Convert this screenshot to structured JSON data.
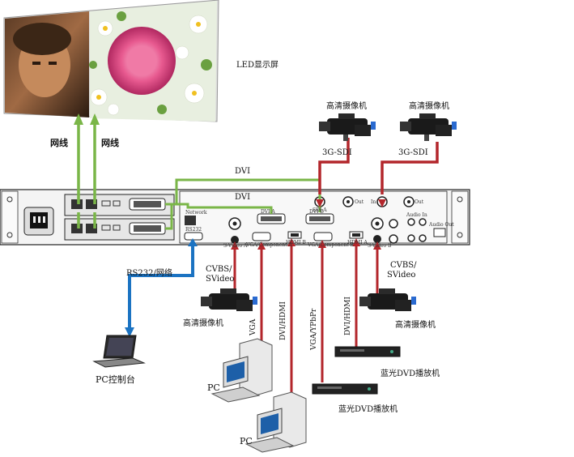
{
  "labels": {
    "led_screen": "LED显示屏",
    "network_cable_left": "网线",
    "network_cable_right": "网线",
    "dvi_top": "DVI",
    "dvi_middle": "DVI",
    "sdi_left": "3G-SDI",
    "sdi_right": "3G-SDI",
    "hd_camera_top_left": "高清摄像机",
    "hd_camera_top_right": "高清摄像机",
    "hd_camera_bottom_left": "高清摄像机",
    "hd_camera_bottom_right": "高清摄像机",
    "rs232": "RS232/网络",
    "pc_console": "PC控制台",
    "cvbs_left_1": "CVBS/",
    "cvbs_left_2": "SVideo",
    "cvbs_right_1": "CVBS/",
    "cvbs_right_2": "SVideo",
    "vga": "VGA",
    "dvi_hdmi_left": "DVI/HDMI",
    "vga_ypbpr": "VGA/YPbPr",
    "dvi_hdmi_right": "DVI/HDMI",
    "pc_1": "PC",
    "pc_2": "PC",
    "bluray_right": "蓝光DVD播放机",
    "bluray_bottom": "蓝光DVD播放机"
  },
  "panel_text": {
    "network": "Network",
    "rs232": "RS232",
    "sdi_in_a": "SDI A",
    "sdi_out": "Out",
    "in": "In",
    "out": "Out",
    "svideo_a": "S-Video A",
    "vga_comp_a": "VGA/Component A",
    "hdmi_b": "HDMI B",
    "vga_comp_b": "VGA/Component B",
    "hdmi_a": "HDMI A",
    "svideo_b": "S-Video B",
    "dvi_a": "DVI A",
    "dvi_b": "DVI B",
    "audio_in": "Audio In",
    "audio_out": "Audio Out"
  },
  "colors": {
    "green": "#7ab648",
    "red": "#b3262b",
    "blue": "#1b73c2",
    "panel": "#f2f2f2",
    "outline": "#222222"
  },
  "icons": [
    "led-screen-image",
    "hd-camera-icon",
    "laptop-icon",
    "desktop-pc-icon",
    "dvd-player-icon",
    "power-socket-icon"
  ]
}
